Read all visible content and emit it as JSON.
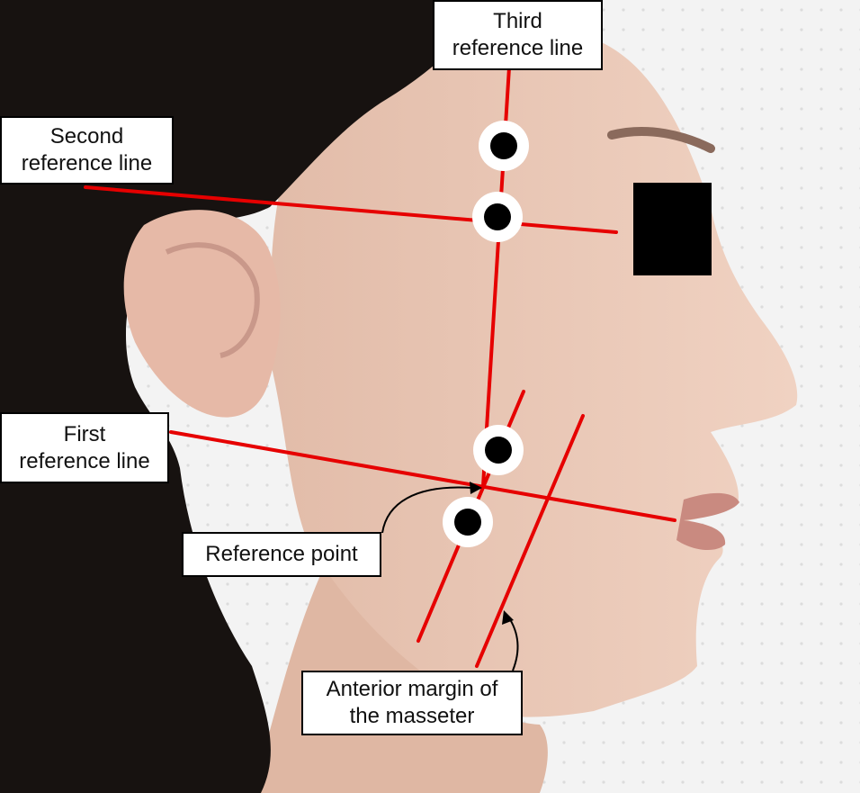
{
  "annotations": {
    "third_reference_line": {
      "line1": "Third",
      "line2": "reference line"
    },
    "second_reference_line": {
      "line1": "Second",
      "line2": "reference line"
    },
    "first_reference_line": {
      "line1": "First",
      "line2": "reference line"
    },
    "reference_point": {
      "text": "Reference point"
    },
    "anterior_margin": {
      "line1": "Anterior margin of",
      "line2": "the masseter"
    }
  },
  "colors": {
    "reference_lines": "#e60000",
    "markers_outer": "#ffffff",
    "markers_inner": "#000000",
    "privacy_bar": "#000000",
    "label_background": "#ffffff",
    "label_border": "#000000"
  },
  "photo": {
    "subject": "side profile of a face with dark hair",
    "background": "white tiled wall"
  }
}
